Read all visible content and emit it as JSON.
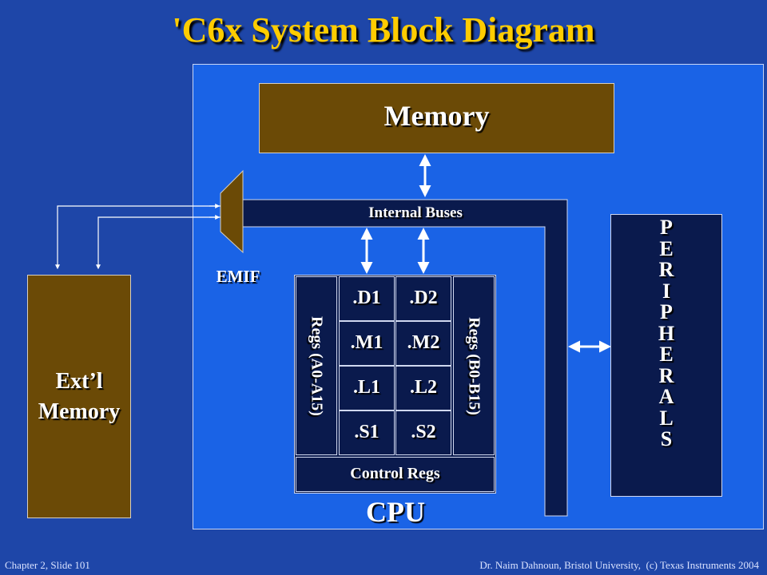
{
  "slide": {
    "title": "'C6x System Block Diagram",
    "footer_left": "Chapter 2, Slide 101",
    "footer_right": "Dr. Naim Dahnoun, Bristol University,  (c) Texas Instruments 2004"
  },
  "diagram": {
    "memory_label": "Memory",
    "internal_buses_label": "Internal Buses",
    "emif_label": "EMIF",
    "ext_memory_line1": "Ext’l",
    "ext_memory_line2": "Memory",
    "peripherals_letters": [
      "P",
      "E",
      "R",
      "I",
      "P",
      "H",
      "E",
      "R",
      "A",
      "L",
      "S"
    ],
    "cpu_label": "CPU",
    "regs_a_label": "Regs (A0-A15)",
    "regs_b_label": "Regs (B0-B15)",
    "units_left": [
      ".D1",
      ".M1",
      ".L1",
      ".S1"
    ],
    "units_right": [
      ".D2",
      ".M2",
      ".L2",
      ".S2"
    ],
    "control_regs_label": "Control Regs"
  },
  "colors": {
    "slide_background": "#1e46a8",
    "panel": "#1a63e6",
    "title": "#ffcc00",
    "memory_fill": "#6b4a06",
    "navy_fill": "#0a1a4d"
  }
}
